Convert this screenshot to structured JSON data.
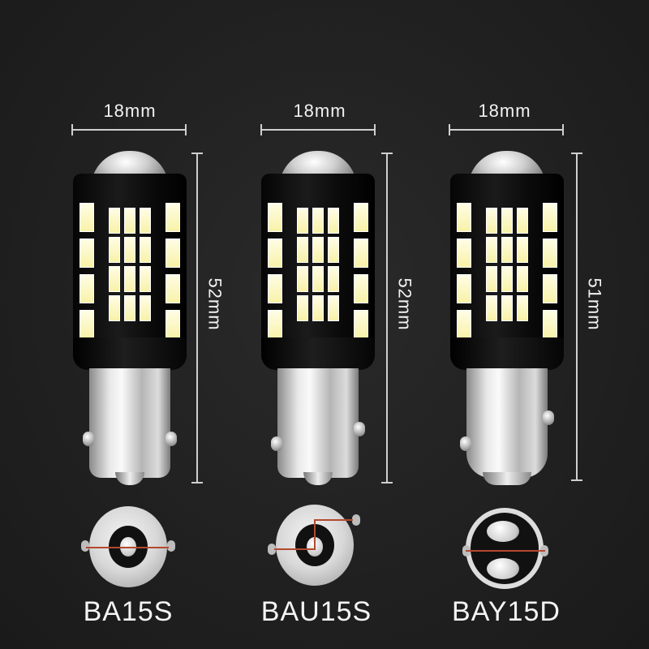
{
  "products": [
    {
      "model": "BA15S",
      "width_label": "18mm",
      "height_label": "52mm",
      "socket_type": "single-contact-center"
    },
    {
      "model": "BAU15S",
      "width_label": "18mm",
      "height_label": "52mm",
      "socket_type": "single-contact-offset-pins"
    },
    {
      "model": "BAY15D",
      "width_label": "18mm",
      "height_label": "51mm",
      "socket_type": "dual-contact"
    }
  ],
  "colors": {
    "background": "#202020",
    "dimension_line": "#cfcfcf",
    "text": "#f2f2f2",
    "led": "#f8f2a8",
    "pin_marker": "#b3492e"
  }
}
